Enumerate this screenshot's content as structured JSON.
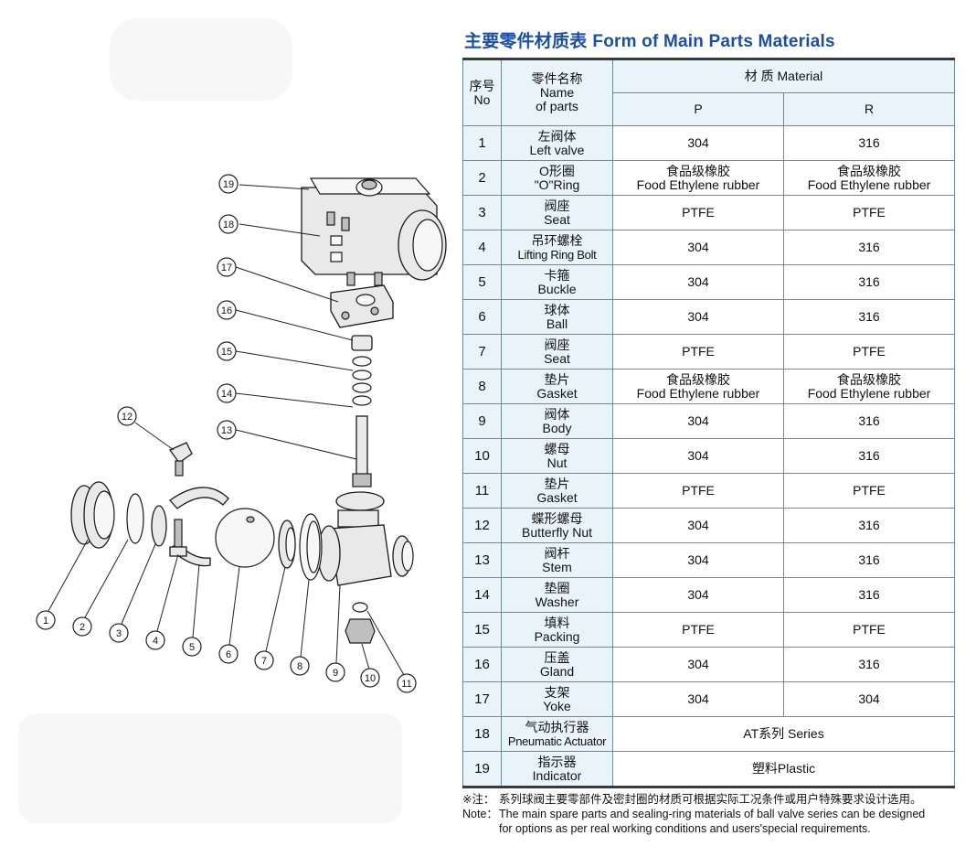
{
  "title": {
    "zh": "主要零件材质表",
    "en": "Form of Main Parts Materials"
  },
  "table": {
    "header": {
      "no_zh": "序号",
      "no_en": "No",
      "name_zh": "零件名称",
      "name_en1": "Name",
      "name_en2": "of parts",
      "material": "材 质 Material",
      "p": "P",
      "r": "R"
    },
    "rows": [
      {
        "no": "1",
        "zh": "左阀体",
        "en": "Left valve",
        "p": "304",
        "r": "316"
      },
      {
        "no": "2",
        "zh": "O形圈",
        "en": "\"O\"Ring",
        "p_zh": "食品级橡胶",
        "p": "Food Ethylene rubber",
        "r_zh": "食品级橡胶",
        "r": "Food Ethylene rubber"
      },
      {
        "no": "3",
        "zh": "阀座",
        "en": "Seat",
        "p": "PTFE",
        "r": "PTFE"
      },
      {
        "no": "4",
        "zh": "吊环螺栓",
        "en": "Lifting Ring Bolt",
        "p": "304",
        "r": "316"
      },
      {
        "no": "5",
        "zh": "卡箍",
        "en": "Buckle",
        "p": "304",
        "r": "316"
      },
      {
        "no": "6",
        "zh": "球体",
        "en": "Ball",
        "p": "304",
        "r": "316"
      },
      {
        "no": "7",
        "zh": "阀座",
        "en": "Seat",
        "p": "PTFE",
        "r": "PTFE"
      },
      {
        "no": "8",
        "zh": "垫片",
        "en": "Gasket",
        "p_zh": "食品级橡胶",
        "p": "Food Ethylene rubber",
        "r_zh": "食品级橡胶",
        "r": "Food Ethylene rubber"
      },
      {
        "no": "9",
        "zh": "阀体",
        "en": "Body",
        "p": "304",
        "r": "316"
      },
      {
        "no": "10",
        "zh": "螺母",
        "en": "Nut",
        "p": "304",
        "r": "316"
      },
      {
        "no": "11",
        "zh": "垫片",
        "en": "Gasket",
        "p": "PTFE",
        "r": "PTFE"
      },
      {
        "no": "12",
        "zh": "蝶形螺母",
        "en": "Butterfly Nut",
        "p": "304",
        "r": "316"
      },
      {
        "no": "13",
        "zh": "阀杆",
        "en": "Stem",
        "p": "304",
        "r": "316"
      },
      {
        "no": "14",
        "zh": "垫圈",
        "en": "Washer",
        "p": "304",
        "r": "316"
      },
      {
        "no": "15",
        "zh": "填料",
        "en": "Packing",
        "p": "PTFE",
        "r": "PTFE"
      },
      {
        "no": "16",
        "zh": "压盖",
        "en": "Gland",
        "p": "304",
        "r": "316"
      },
      {
        "no": "17",
        "zh": "支架",
        "en": "Yoke",
        "p": "304",
        "r": "304"
      },
      {
        "no": "18",
        "zh": "气动执行器",
        "en": "Pneumatic Actuator",
        "merged": "AT系列 Series"
      },
      {
        "no": "19",
        "zh": "指示器",
        "en": "Indicator",
        "merged": "塑料Plastic"
      }
    ]
  },
  "notes": {
    "zh_label": "※注：",
    "zh_text": "系列球阀主要零部件及密封圈的材质可根据实际工况条件或用户特殊要求设计选用。",
    "en_label": "Note：",
    "en_line1": "The main spare parts and sealing-ring materials of ball valve series can be designed",
    "en_line2": "for options as per real working conditions and users'special requirements."
  },
  "callouts": [
    "1",
    "2",
    "3",
    "4",
    "5",
    "6",
    "7",
    "8",
    "9",
    "10",
    "11",
    "12",
    "13",
    "14",
    "15",
    "16",
    "17",
    "18",
    "19"
  ]
}
